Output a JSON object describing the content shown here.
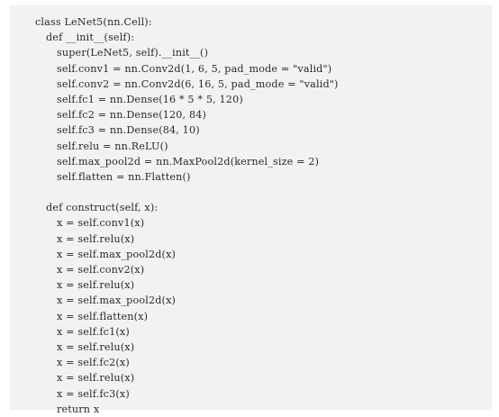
{
  "code_block": {
    "lines": [
      {
        "indent": 0,
        "text": "class LeNet5(nn.Cell):"
      },
      {
        "indent": 1,
        "text": "def __init__(self):"
      },
      {
        "indent": 2,
        "text": "super(LeNet5, self).__init__()"
      },
      {
        "indent": 2,
        "text": "self.conv1 = nn.Conv2d(1, 6, 5, pad_mode = \"valid\")"
      },
      {
        "indent": 2,
        "text": "self.conv2 = nn.Conv2d(6, 16, 5, pad_mode = \"valid\")"
      },
      {
        "indent": 2,
        "text": "self.fc1 = nn.Dense(16 * 5 * 5, 120)"
      },
      {
        "indent": 2,
        "text": "self.fc2 = nn.Dense(120, 84)"
      },
      {
        "indent": 2,
        "text": "self.fc3 = nn.Dense(84, 10)"
      },
      {
        "indent": 2,
        "text": "self.relu = nn.ReLU()"
      },
      {
        "indent": 2,
        "text": "self.max_pool2d = nn.MaxPool2d(kernel_size = 2)"
      },
      {
        "indent": 2,
        "text": "self.flatten = nn.Flatten()"
      },
      {
        "indent": 0,
        "text": ""
      },
      {
        "indent": 1,
        "text": "def construct(self, x):"
      },
      {
        "indent": 2,
        "text": "x = self.conv1(x)"
      },
      {
        "indent": 2,
        "text": "x = self.relu(x)"
      },
      {
        "indent": 2,
        "text": "x = self.max_pool2d(x)"
      },
      {
        "indent": 2,
        "text": "x = self.conv2(x)"
      },
      {
        "indent": 2,
        "text": "x = self.relu(x)"
      },
      {
        "indent": 2,
        "text": "x = self.max_pool2d(x)"
      },
      {
        "indent": 2,
        "text": "x = self.flatten(x)"
      },
      {
        "indent": 2,
        "text": "x = self.fc1(x)"
      },
      {
        "indent": 2,
        "text": "x = self.relu(x)"
      },
      {
        "indent": 2,
        "text": "x = self.fc2(x)"
      },
      {
        "indent": 2,
        "text": "x = self.relu(x)"
      },
      {
        "indent": 2,
        "text": "x = self.fc3(x)"
      },
      {
        "indent": 2,
        "text": "return x"
      }
    ]
  }
}
